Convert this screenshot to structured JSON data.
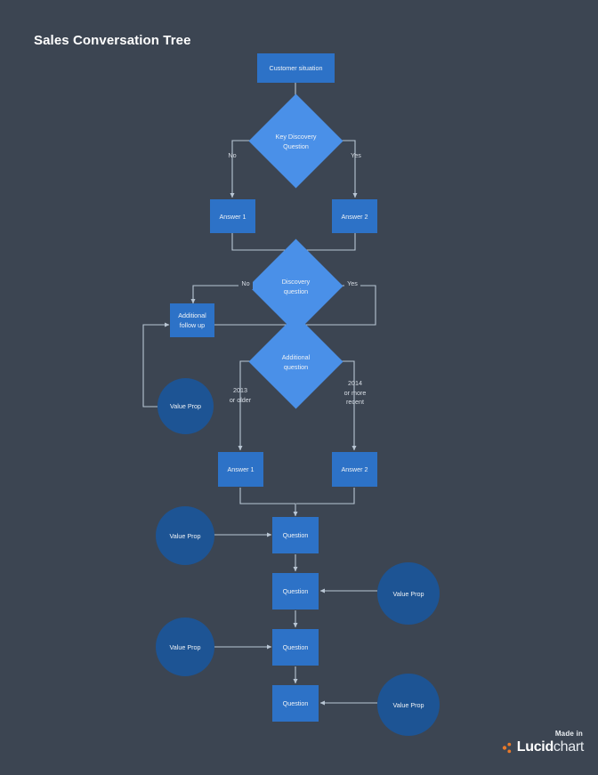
{
  "page": {
    "title": "Sales Conversation Tree",
    "background_color": "#3c4552",
    "process_color": "#2d72c7",
    "decision_color": "#4a90e8",
    "value_color": "#1d5494",
    "connector_color": "#b9c6d4"
  },
  "nodes": {
    "customer_situation": "Customer situation",
    "key_discovery_question": "Key Discovery\nQuestion",
    "answer1_top": "Answer 1",
    "answer2_top": "Answer 2",
    "discovery_question": "Discovery\nquestion",
    "additional_follow_up": "Additional\nfollow up",
    "additional_question": "Additional\nquestion",
    "value_prop_followup": "Value Prop",
    "answer1_mid": "Answer 1",
    "answer2_mid": "Answer 2",
    "question1": "Question",
    "question2": "Question",
    "question3": "Question",
    "question4": "Question",
    "value_prop_1": "Value Prop",
    "value_prop_2": "Value Prop",
    "value_prop_3": "Value Prop",
    "value_prop_4": "Value Prop"
  },
  "edge_labels": {
    "key_no": "No",
    "key_yes": "Yes",
    "discovery_no": "No",
    "discovery_yes": "Yes",
    "year_older": "2013\nor older",
    "year_recent": "2014\nor more\nrecent"
  },
  "watermark": {
    "made_in": "Made in",
    "brand_bold": "Lucid",
    "brand_light": "chart",
    "logo_color": "#e8792a"
  }
}
